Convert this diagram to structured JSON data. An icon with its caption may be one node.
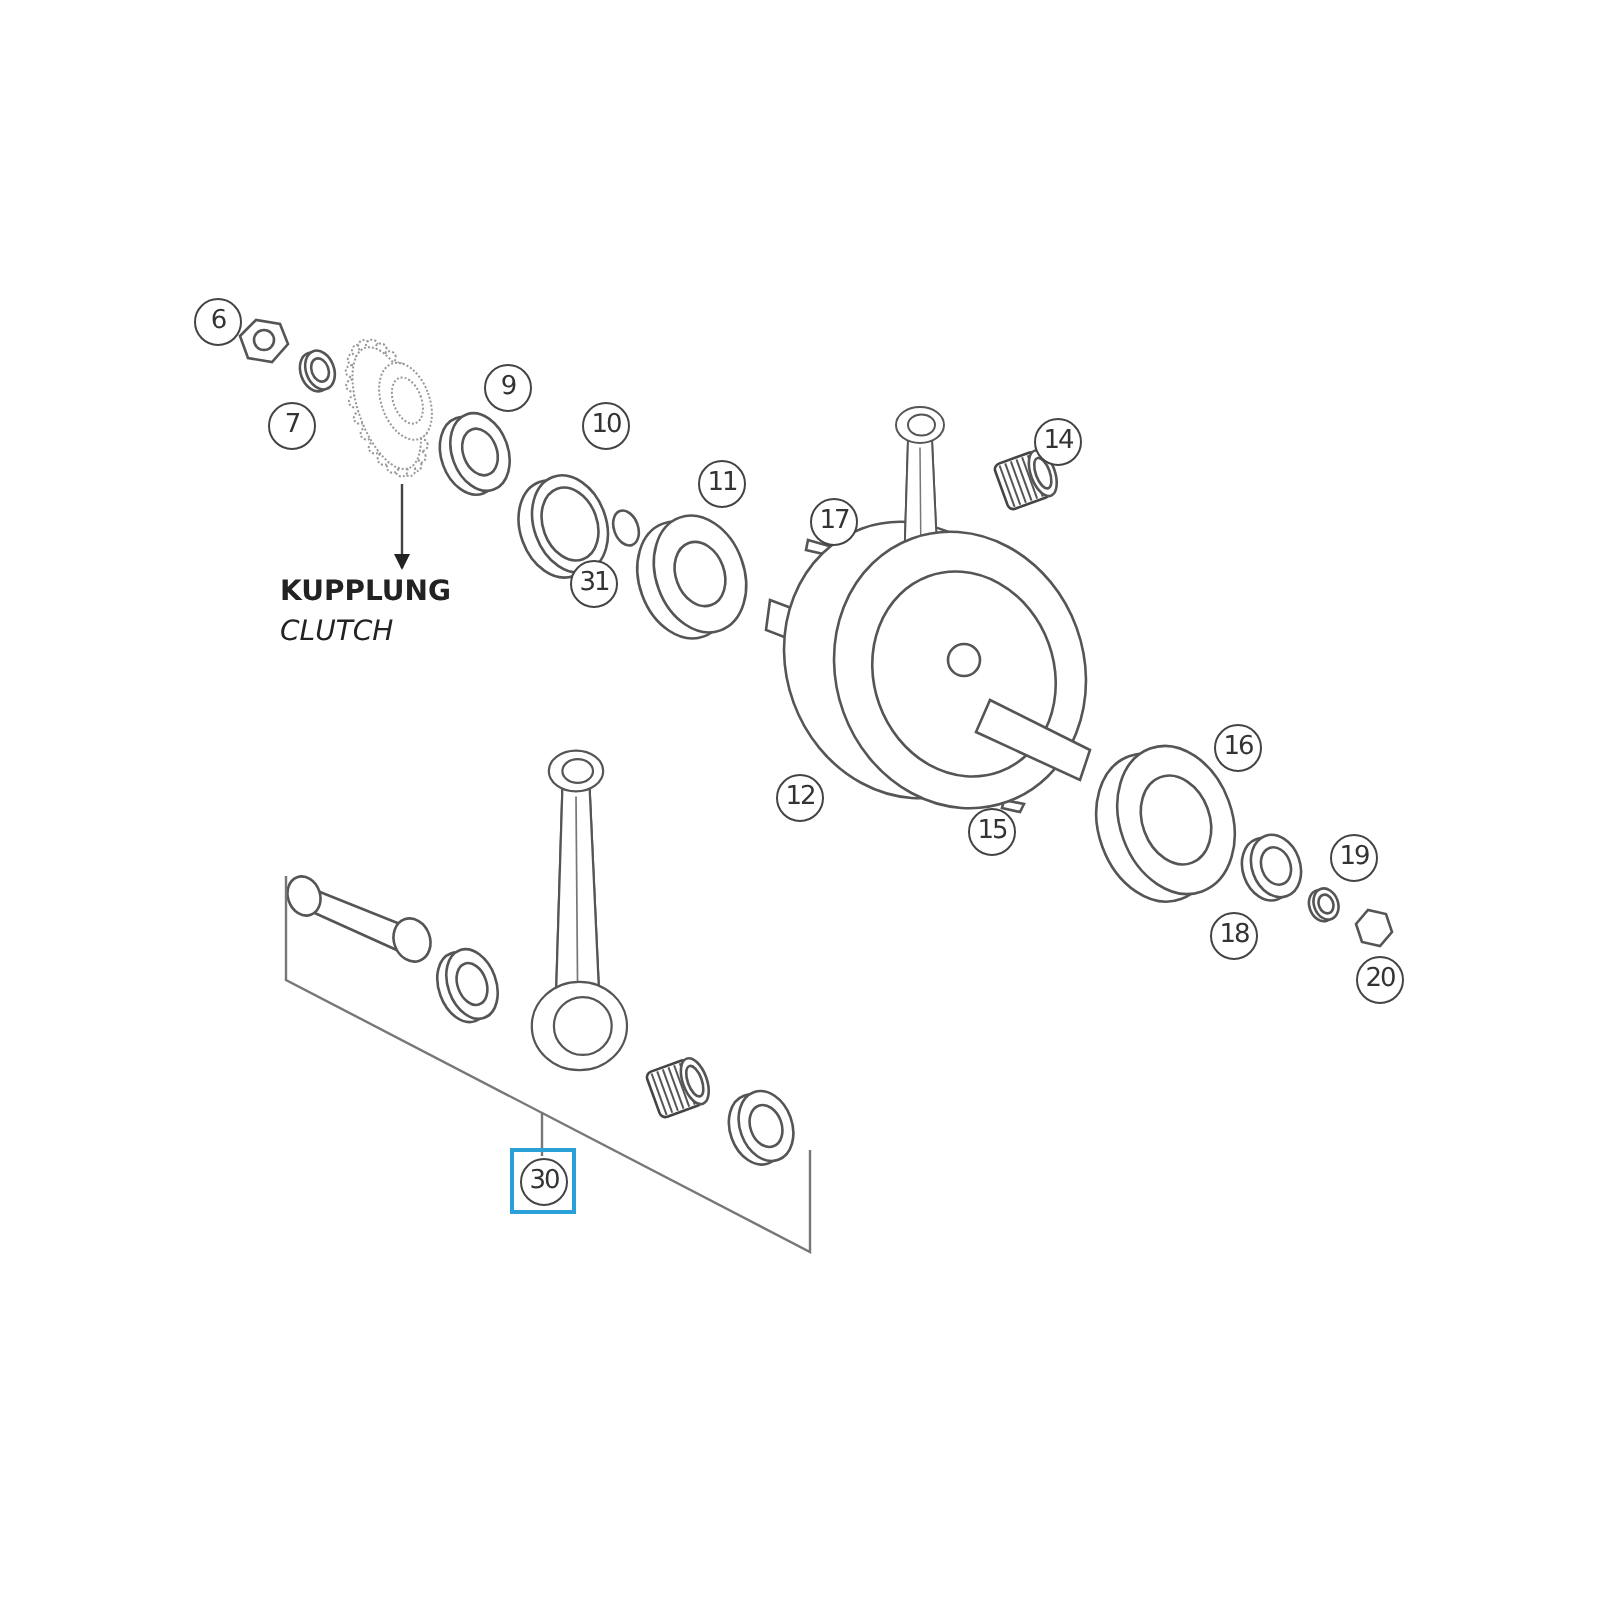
{
  "diagram": {
    "nodes": [
      {
        "text": [],
        "shape": "picture"
      },
      {
        "text": [
          "KUPPLUNG",
          "CLUTCH"
        ]
      }
    ],
    "edges": [
      {
        "from": 0,
        "to": 1,
        "arrow": "to"
      }
    ],
    "labels": [
      "6",
      "7",
      "9",
      "10",
      "11",
      "31",
      "17",
      "14",
      "12",
      "15",
      "16",
      "18",
      "19",
      "20",
      "30"
    ]
  }
}
